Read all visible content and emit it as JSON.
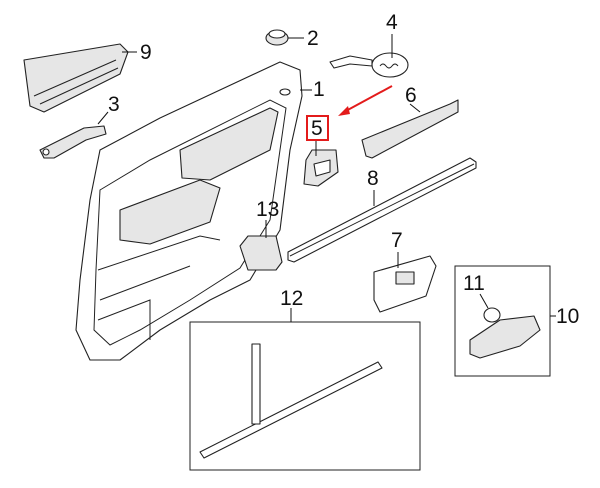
{
  "diagram": {
    "callouts": [
      {
        "id": "1",
        "label": "1"
      },
      {
        "id": "2",
        "label": "2"
      },
      {
        "id": "3",
        "label": "3"
      },
      {
        "id": "4",
        "label": "4"
      },
      {
        "id": "5",
        "label": "5"
      },
      {
        "id": "6",
        "label": "6"
      },
      {
        "id": "7",
        "label": "7"
      },
      {
        "id": "8",
        "label": "8"
      },
      {
        "id": "9",
        "label": "9"
      },
      {
        "id": "10",
        "label": "10"
      },
      {
        "id": "11",
        "label": "11"
      },
      {
        "id": "12",
        "label": "12"
      },
      {
        "id": "13",
        "label": "13"
      }
    ],
    "highlight_color": "#e31b1b"
  }
}
